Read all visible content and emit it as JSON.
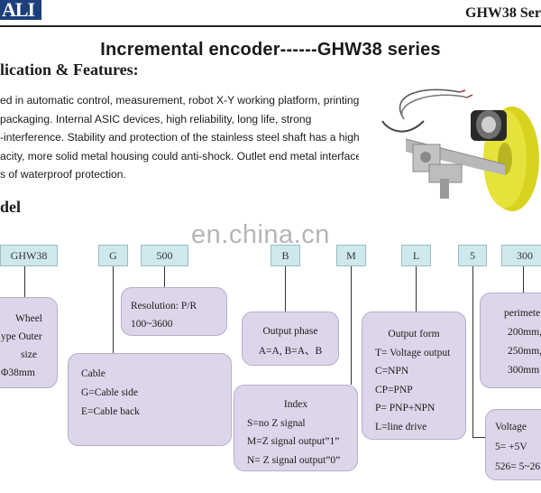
{
  "header": {
    "logo_text": "ALI",
    "series_code": "GHW38 Ser"
  },
  "title": "Incremental encoder------GHW38 series",
  "application": {
    "heading": "lication & Features:",
    "lines": [
      "ed in automatic control, measurement, robot X-Y working platform, printing",
      " packaging. Internal ASIC devices, high reliability, long life, strong",
      "-interference. Stability and protection of the stainless steel shaft has a higher",
      "acity, more solid metal housing could anti-shock. Outlet end metal interface",
      "s of waterproof protection."
    ]
  },
  "model": {
    "heading": "del",
    "codes": [
      "GHW38",
      "G",
      "500",
      "B",
      "M",
      "L",
      "5",
      "300"
    ]
  },
  "watermark": "en.china.cn",
  "cards": {
    "wheel": {
      "title": "Wheel",
      "line1": "ype Outer",
      "line2": "size",
      "line3": "Φ38mm"
    },
    "resolution": {
      "title": "Resolution: P/R",
      "range": "100~3600"
    },
    "cable": {
      "title": "Cable",
      "opt1": "G=Cable side",
      "opt2": "E=Cable back"
    },
    "output_phase": {
      "title": "Output phase",
      "opts": "A=A, B=A、B"
    },
    "index": {
      "title": "Index",
      "opt1": "S=no Z signal",
      "opt2": "M=Z signal output”1”",
      "opt3": "N= Z signal output”0”"
    },
    "output_form": {
      "title": "Output form",
      "opt1": "T= Voltage output",
      "opt2": "C=NPN",
      "opt3": "CP=PNP",
      "opt4": "P= PNP+NPN",
      "opt5": "L=line drive"
    },
    "perimeter": {
      "title": "perimete",
      "opt1": "200mm,",
      "opt2": "250mm,",
      "opt3": "300mm"
    },
    "voltage": {
      "title": "Voltage",
      "opt1": "5= +5V",
      "opt2": "526= 5~26"
    }
  }
}
